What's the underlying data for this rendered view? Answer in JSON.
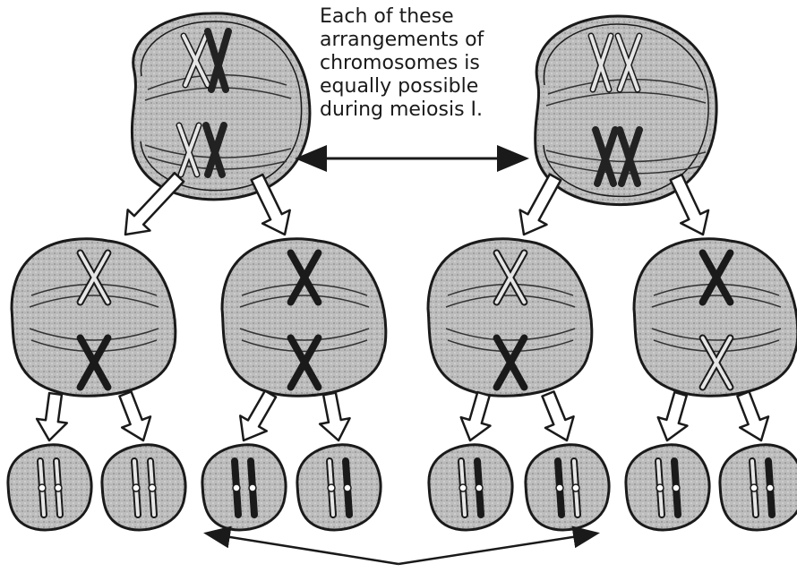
{
  "annotation": {
    "caption_lines": [
      "Each of these",
      "arrangements of",
      "chromosomes is",
      "equally possible",
      "during meiosis I."
    ]
  },
  "colors": {
    "cell_fill": "#bcbcbc",
    "outline": "#1a1a1a",
    "arrow_fill": "#ffffff",
    "dark_chromosome": "#222222",
    "light_chromosome": "#e6e6e6"
  },
  "structure": {
    "meiosis_I_cells": 2,
    "meiosis_II_cells": 4,
    "gametes": 8,
    "chromosome_pairs_per_cell": 2
  }
}
